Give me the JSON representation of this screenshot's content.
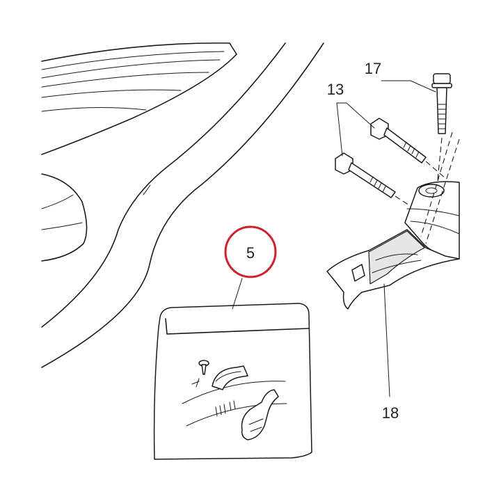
{
  "callouts": {
    "label_5": "5",
    "label_13": "13",
    "label_17": "17",
    "label_18": "18"
  },
  "colors": {
    "highlight_circle": "#d0202a",
    "line": "#1a1a1a",
    "background": "#ffffff"
  }
}
